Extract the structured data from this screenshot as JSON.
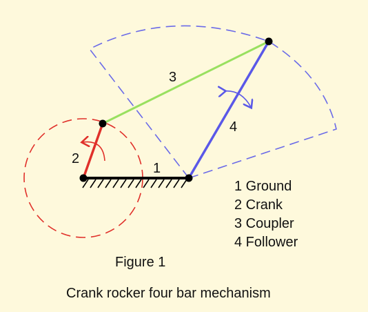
{
  "colors": {
    "background": "#fef9dc",
    "ground": "#000000",
    "crank": "#e0302a",
    "coupler": "#99e060",
    "follower": "#5a58e8",
    "crank_path": "#e0302a",
    "follower_range": "#6a6ae8",
    "pivot": "#000000"
  },
  "link_numbers": {
    "ground": "1",
    "crank": "2",
    "coupler": "3",
    "follower": "4"
  },
  "legend": [
    {
      "text": "1 Ground"
    },
    {
      "text": "2 Crank"
    },
    {
      "text": "3 Coupler"
    },
    {
      "text": "4 Follower"
    }
  ],
  "figure_label": "Figure 1",
  "caption": "Crank rocker four bar mechanism"
}
